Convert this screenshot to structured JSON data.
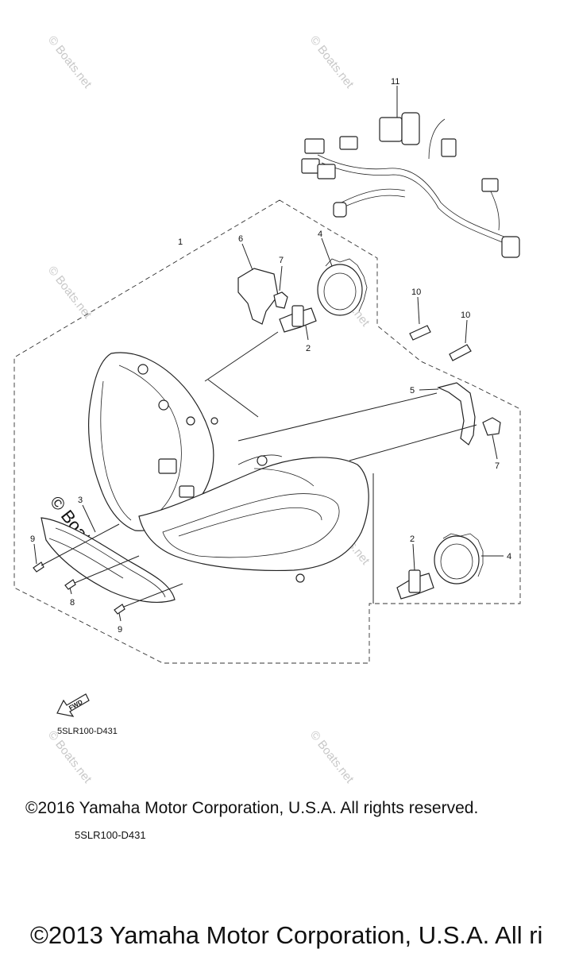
{
  "diagram": {
    "callouts": [
      "11",
      "1",
      "6",
      "7",
      "4",
      "10",
      "10",
      "2",
      "5",
      "7",
      "3",
      "9",
      "2",
      "4",
      "8",
      "9"
    ],
    "watermark": "© Boats.net",
    "fwd_label": "FWD",
    "diagram_code": "5SLR100-D431"
  },
  "footer": {
    "copyright_2016": "©2016 Yamaha Motor Corporation, U.S.A. All rights reserved.",
    "code": "5SLR100-D431",
    "copyright_2013": "©2013 Yamaha Motor Corporation, U.S.A. All ri"
  }
}
